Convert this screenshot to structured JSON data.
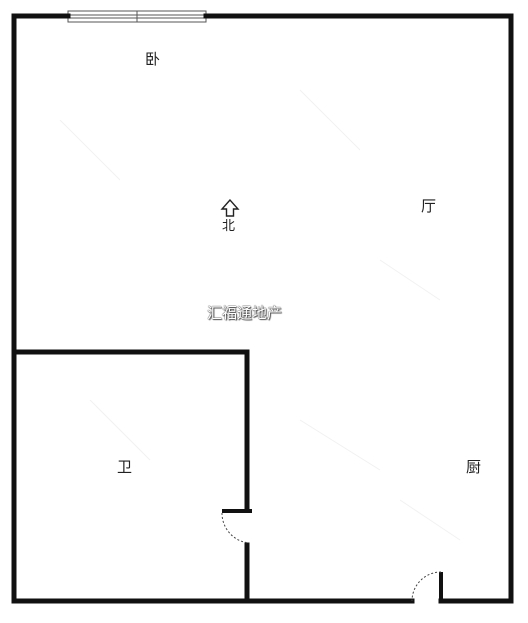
{
  "rooms": {
    "bedroom": "卧",
    "living": "厅",
    "bathroom": "卫",
    "kitchen": "厨"
  },
  "compass": {
    "north_label": "北",
    "north_icon": "north-arrow-icon"
  },
  "watermark": "汇福通地产",
  "colors": {
    "wall": "#111111",
    "window": "#555555",
    "background": "#ffffff"
  }
}
